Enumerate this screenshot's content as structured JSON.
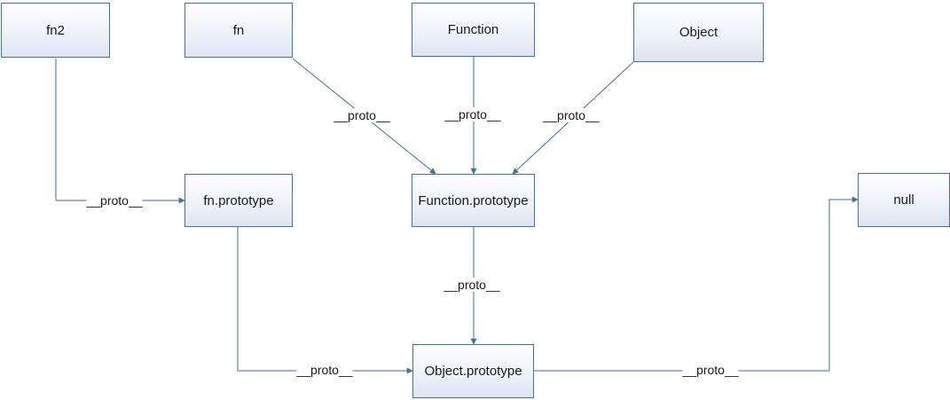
{
  "nodes": {
    "fn2": "fn2",
    "fn": "fn",
    "function": "Function",
    "object": "Object",
    "fn_prototype": "fn.prototype",
    "function_prototype": "Function.prototype",
    "null": "null",
    "object_prototype": "Object.prototype"
  },
  "edges": {
    "fn2_to_fn_prototype": "__proto__",
    "fn_to_function_prototype": "__proto__",
    "function_to_function_prototype": "__proto__",
    "object_to_function_prototype": "__proto__",
    "function_prototype_to_object_prototype": "__proto__",
    "fn_prototype_to_object_prototype": "__proto__",
    "object_prototype_to_null": "__proto__"
  },
  "colors": {
    "border": "#41719c",
    "line": "#41719c"
  }
}
